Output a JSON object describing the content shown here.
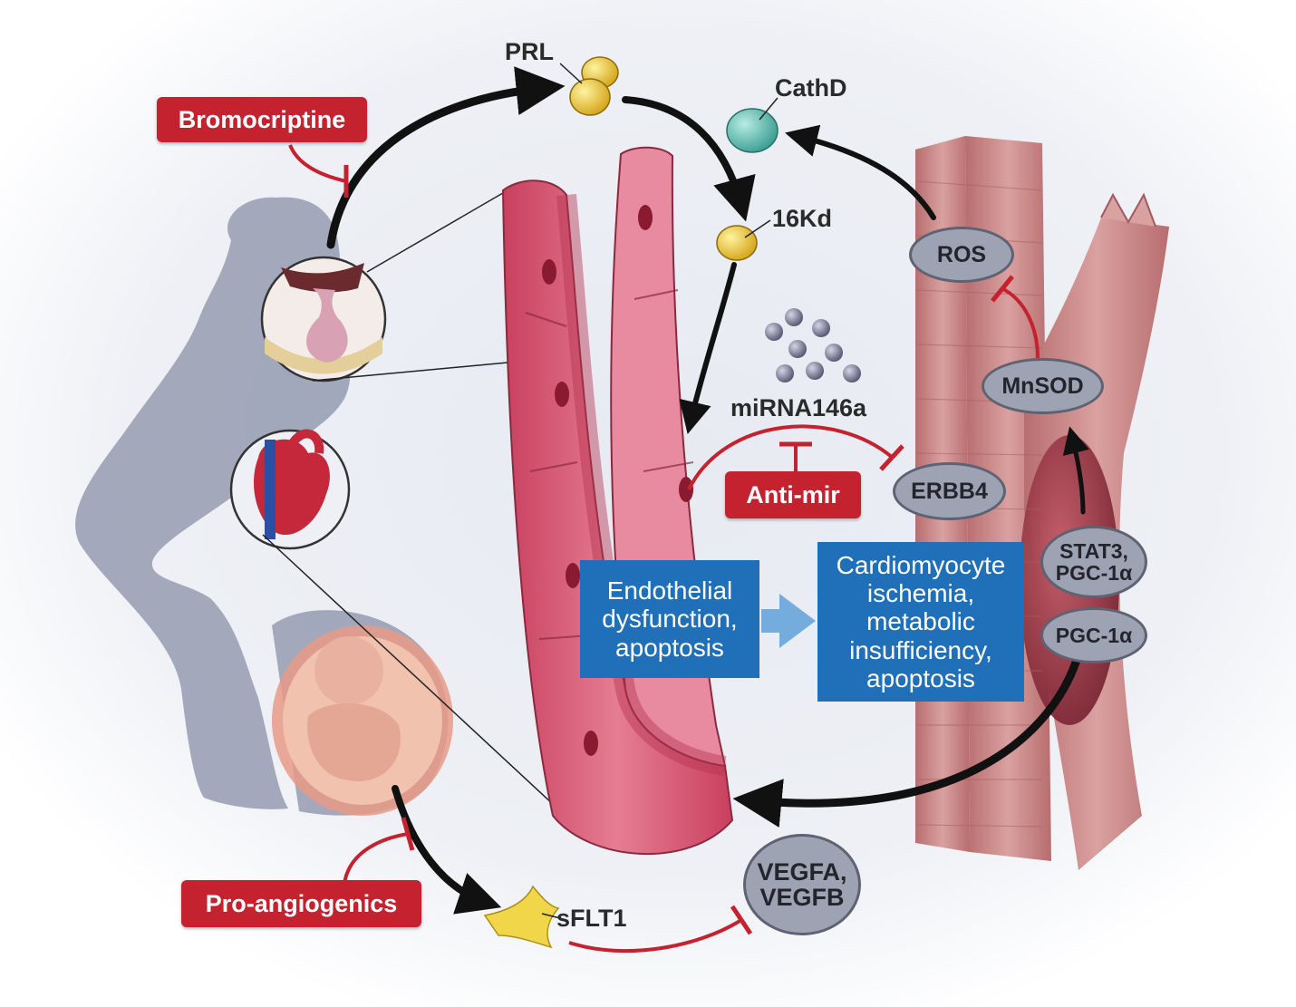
{
  "labels": {
    "prl": "PRL",
    "cathd": "CathD",
    "kd16": "16Kd",
    "mirna": "miRNA146a",
    "sflt1": "sFLT1"
  },
  "drugs": {
    "bromocriptine": "Bromocriptine",
    "anti_mir": "Anti-mir",
    "pro_angiogenics": "Pro-angiogenics"
  },
  "nodes": {
    "ros": "ROS",
    "mnsod": "MnSOD",
    "erbb4": "ERBB4",
    "stat3": "STAT3,\nPGC-1α",
    "pgc1a": "PGC-1α",
    "vegf": "VEGFA,\nVEGFB"
  },
  "boxes": {
    "endothelial": "Endothelial\ndysfunction,\napoptosis",
    "cardiomyocyte": "Cardiomyocyte\nischemia,\nmetabolic\ninsufficiency,\napoptosis"
  },
  "colors": {
    "inhibit_red": "#c4222f",
    "arrow_black": "#111111",
    "box_blue": "#1f6fb9",
    "node_gray": "#9ea3b3",
    "vessel_pink": "#d85a78",
    "muscle_pink": "#c98887",
    "silhouette": "#9aa0b5"
  }
}
